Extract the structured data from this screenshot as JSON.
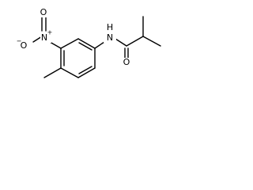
{
  "molecule": {
    "atoms": {
      "nitro_oxygen_top": "O",
      "nitro_nitrogen": "N",
      "nitro_nitrogen_charge": "+",
      "nitro_oxygen_left": "O",
      "nitro_oxygen_left_charge": "−",
      "amide_nitrogen": "N",
      "amide_hydrogen": "H",
      "carbonyl_oxygen": "O"
    },
    "bond_color": "#000000"
  }
}
